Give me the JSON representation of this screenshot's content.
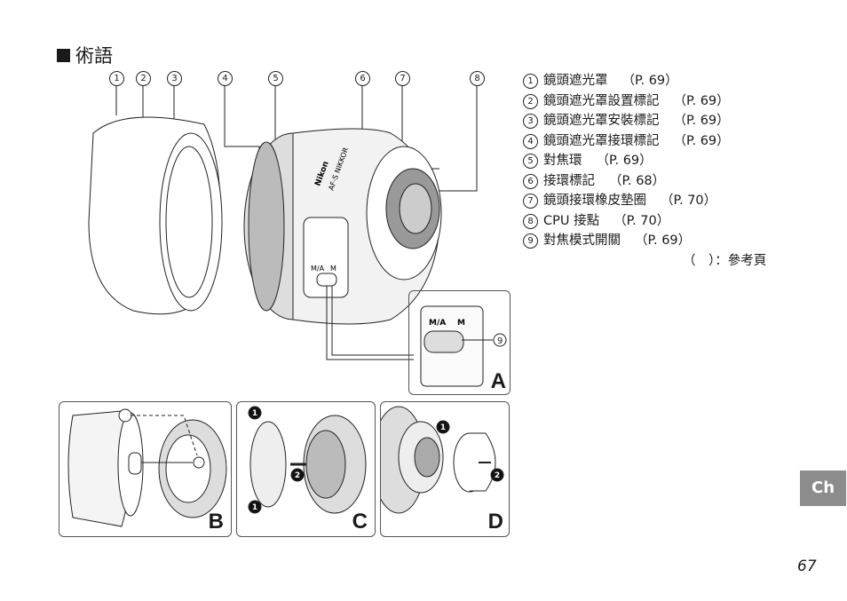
{
  "title": "術語",
  "callouts": [
    "1",
    "2",
    "3",
    "4",
    "5",
    "6",
    "7",
    "8"
  ],
  "legend": [
    {
      "num": "1",
      "label": "鏡頭遮光罩",
      "ref": "（P. 69）"
    },
    {
      "num": "2",
      "label": "鏡頭遮光罩設置標記",
      "ref": "（P. 69）"
    },
    {
      "num": "3",
      "label": "鏡頭遮光罩安裝標記",
      "ref": "（P. 69）"
    },
    {
      "num": "4",
      "label": "鏡頭遮光罩接環標記",
      "ref": "（P. 69）"
    },
    {
      "num": "5",
      "label": "對焦環",
      "ref": "（P. 69）"
    },
    {
      "num": "6",
      "label": "接環標記",
      "ref": "（P. 68）"
    },
    {
      "num": "7",
      "label": "鏡頭接環橡皮墊圈",
      "ref": "（P. 70）"
    },
    {
      "num": "8",
      "label": "CPU 接點",
      "ref": "（P. 70）"
    },
    {
      "num": "9",
      "label": "對焦模式開關",
      "ref": "（P. 69）"
    }
  ],
  "legend_note": "（　）：參考頁",
  "switch_labels": {
    "ma": "M/A",
    "m": "M",
    "callout": "9"
  },
  "panels": {
    "a": "A",
    "b": "B",
    "c": "C",
    "d": "D"
  },
  "steps": {
    "one": "1",
    "two": "2"
  },
  "lens_text": {
    "brand": "Nikon",
    "model": "AF-S NIKKOR"
  },
  "chapter_tab": "Ch",
  "page_number": "67"
}
